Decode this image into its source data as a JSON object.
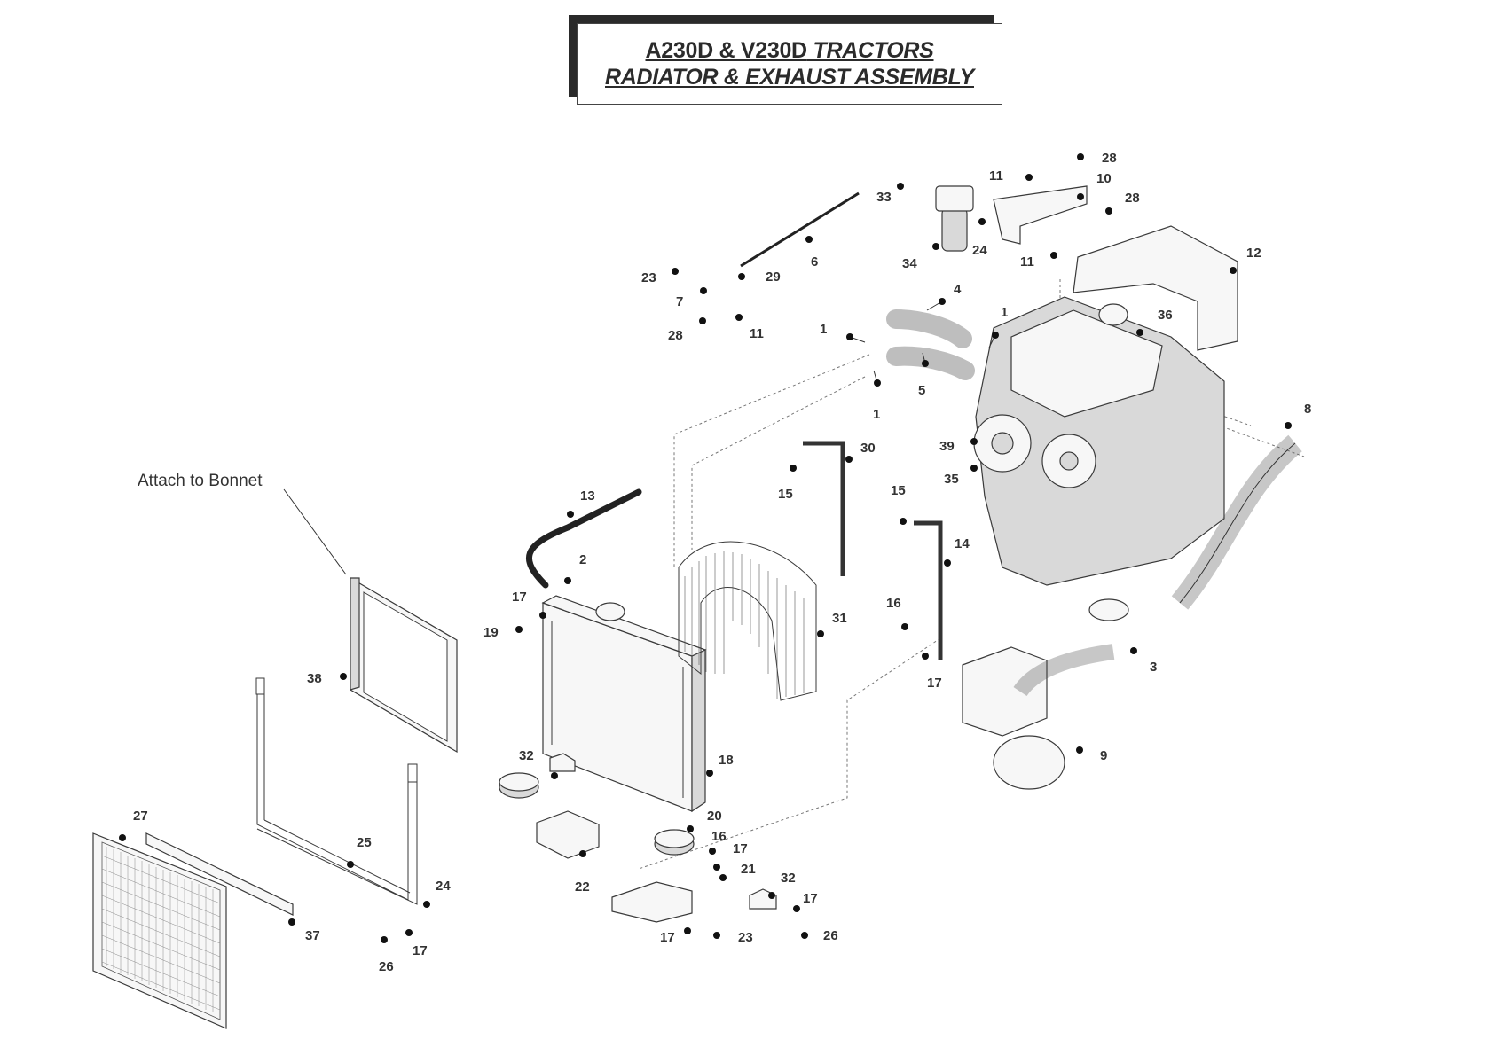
{
  "title": {
    "line1_plain": "A230D & V230D",
    "line1_italic": "TRACTORS",
    "line2": "RADIATOR & EXHAUST ASSEMBLY"
  },
  "note": "Attach to Bonnet",
  "callouts": [
    "1",
    "1",
    "1",
    "4",
    "5",
    "6",
    "7",
    "23",
    "29",
    "28",
    "11",
    "33",
    "34",
    "24",
    "11",
    "10",
    "11",
    "28",
    "28",
    "12",
    "36",
    "8",
    "39",
    "35",
    "30",
    "15",
    "15",
    "14",
    "16",
    "17",
    "13",
    "2",
    "17",
    "19",
    "31",
    "3",
    "9",
    "38",
    "18",
    "32",
    "22",
    "20",
    "16",
    "17",
    "21",
    "32",
    "17",
    "26",
    "23",
    "17",
    "27",
    "25",
    "24",
    "37",
    "17",
    "26"
  ]
}
